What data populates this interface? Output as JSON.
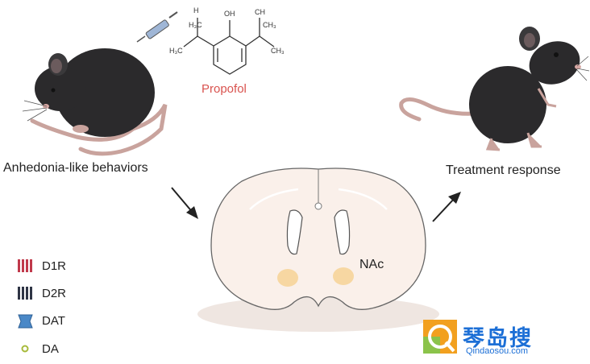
{
  "labels": {
    "left_caption": "Anhedonia-like behaviors",
    "right_caption": "Treatment response",
    "drug_name": "Propofol",
    "region": "NAc"
  },
  "chem_atoms": {
    "a1": "H",
    "a2": "OH",
    "a3": "CH",
    "a4": "H₃C",
    "a5": "CH₃",
    "a6": "H₃C",
    "a7": "CH₃"
  },
  "legend": [
    {
      "label": "D1R",
      "icon": "d1r-receptor-icon",
      "color": "#c0394b"
    },
    {
      "label": "D2R",
      "icon": "d2r-receptor-icon",
      "color": "#2f3545"
    },
    {
      "label": "DAT",
      "icon": "dat-transporter-icon",
      "color": "#4a88c7"
    },
    {
      "label": "DA",
      "icon": "dopamine-dot-icon",
      "color": "#a7ba3a"
    }
  ],
  "watermark": {
    "text": "琴岛搜",
    "url": "Qindaosou.com"
  },
  "colors": {
    "brain_fill": "#faf0ea",
    "nac_highlight": "#f5cf8a",
    "drug_text": "#d9534f",
    "mouse_body": "#2b2a2c",
    "mouse_tail": "#c9a39d"
  }
}
